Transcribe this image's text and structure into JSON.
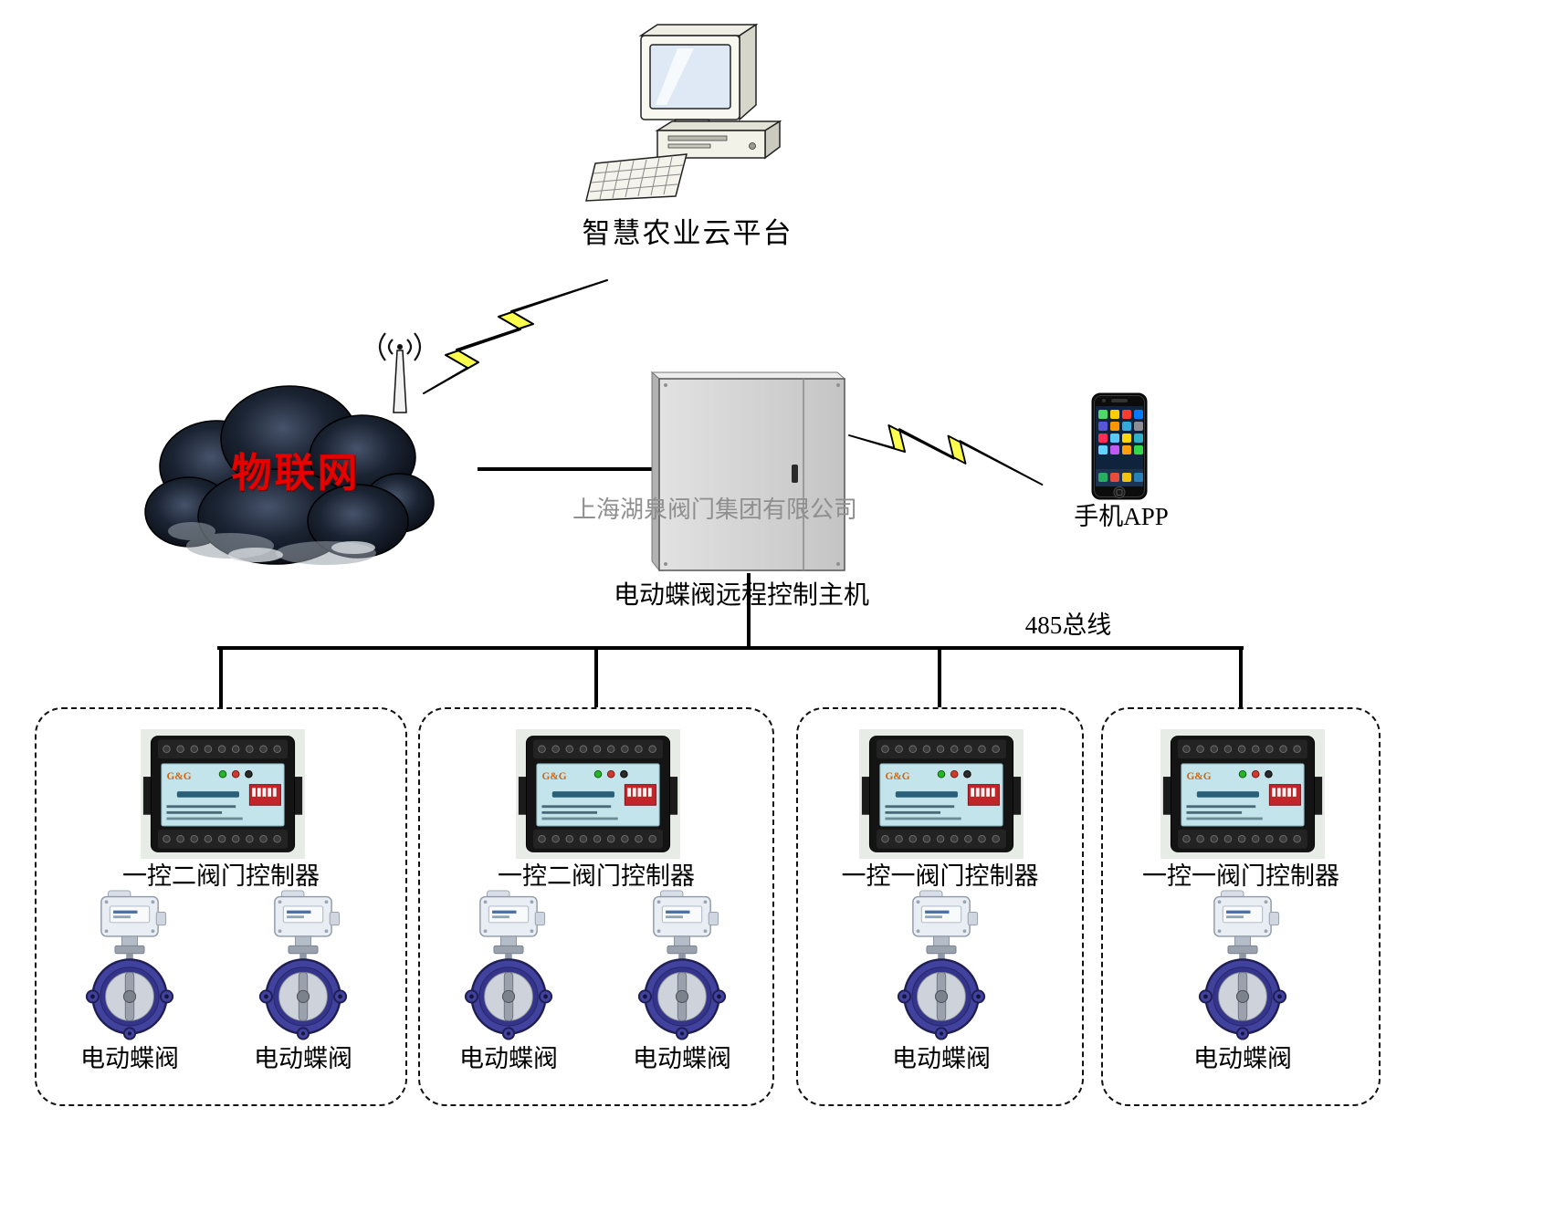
{
  "cloud_platform": {
    "label": "智慧农业云平台"
  },
  "iot": {
    "label": "物联网"
  },
  "host": {
    "watermark": "上海湖泉阀门集团有限公司",
    "label": "电动蝶阀远程控制主机"
  },
  "phone": {
    "label": "手机APP"
  },
  "bus": {
    "label": "485总线"
  },
  "controller": {
    "logo": "G&G"
  },
  "groups": [
    {
      "controller_label": "一控二阀门控制器",
      "valve_labels": [
        "电动蝶阀",
        "电动蝶阀"
      ]
    },
    {
      "controller_label": "一控二阀门控制器",
      "valve_labels": [
        "电动蝶阀",
        "电动蝶阀"
      ]
    },
    {
      "controller_label": "一控一阀门控制器",
      "valve_labels": [
        "电动蝶阀"
      ]
    },
    {
      "controller_label": "一控一阀门控制器",
      "valve_labels": [
        "电动蝶阀"
      ]
    }
  ],
  "colors": {
    "line_black": "#000000",
    "lightning_yellow": "#ffff4d",
    "iot_red": "#e60000",
    "cloud_dark": "#0d1420",
    "cabinet_gray": "#d2d2d2",
    "controller_panel_cyan": "#c2e4ea",
    "dip_switch_red": "#c0252a",
    "valve_body_blue": "#41419e"
  }
}
